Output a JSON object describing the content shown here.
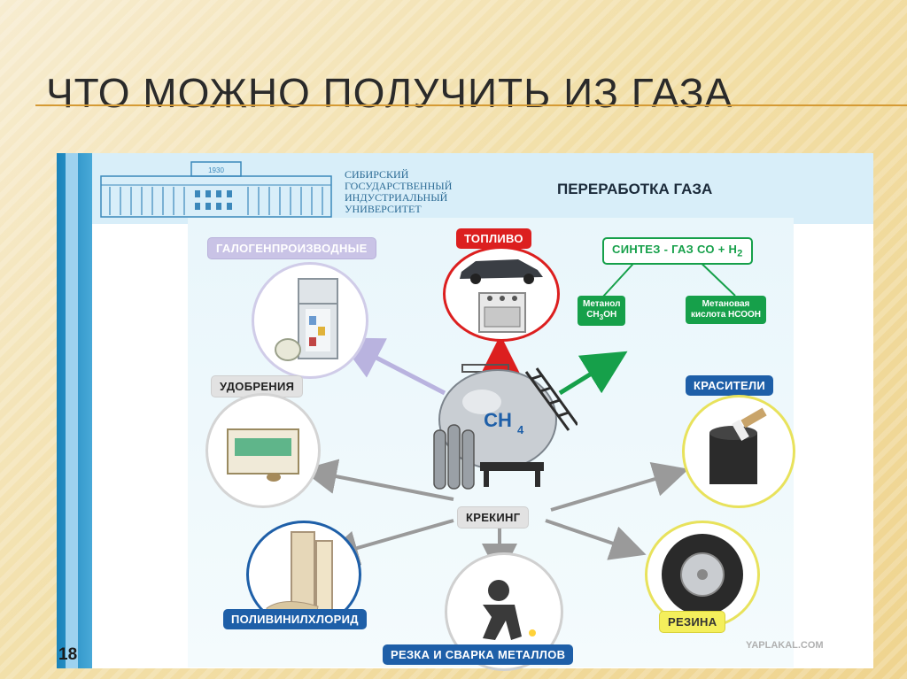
{
  "slide": {
    "title": "ЧТО МОЖНО ПОЛУЧИТЬ ИЗ ГАЗА",
    "page_number": "18",
    "watermark": "YAPLAKAL.COM"
  },
  "header": {
    "building_year": "1930",
    "university": [
      "СИБИРСКИЙ",
      "ГОСУДАРСТВЕННЫЙ",
      "ИНДУСТРИАЛЬНЫЙ",
      "УНИВЕРСИТЕТ"
    ],
    "section_title": "ПЕРЕРАБОТКА ГАЗА"
  },
  "diagram": {
    "center_formula": "CH",
    "center_subscript": "4",
    "labels": {
      "halogen": "ГАЛОГЕНПРОИЗВОДНЫЕ",
      "fuel": "ТОПЛИВО",
      "syngas": "СИНТЕЗ - ГАЗ  СО + Н",
      "syngas_sub": "2",
      "fertilizers": "УДОБРЕНИЯ",
      "dyes": "КРАСИТЕЛИ",
      "cracking": "КРЕКИНГ",
      "pvc": "ПОЛИВИНИЛХЛОРИД",
      "rubber": "РЕЗИНА",
      "cutting": "РЕЗКА И СВАРКА МЕТАЛЛОВ"
    },
    "methanol_line1": "Метанол",
    "methanol_line2": "СН",
    "methanol_sub": "3",
    "methanol_line2b": "ОН",
    "formic_line1": "Метановая",
    "formic_line2": "кислота НСООН"
  },
  "colors": {
    "title_rule": "#d59a34",
    "accent_blue": "#1e5fa8",
    "accent_red": "#dc1f1f",
    "accent_green": "#16a04a",
    "arrow_gray": "#9a9a9a",
    "arrow_lavender": "#b9b3df"
  }
}
